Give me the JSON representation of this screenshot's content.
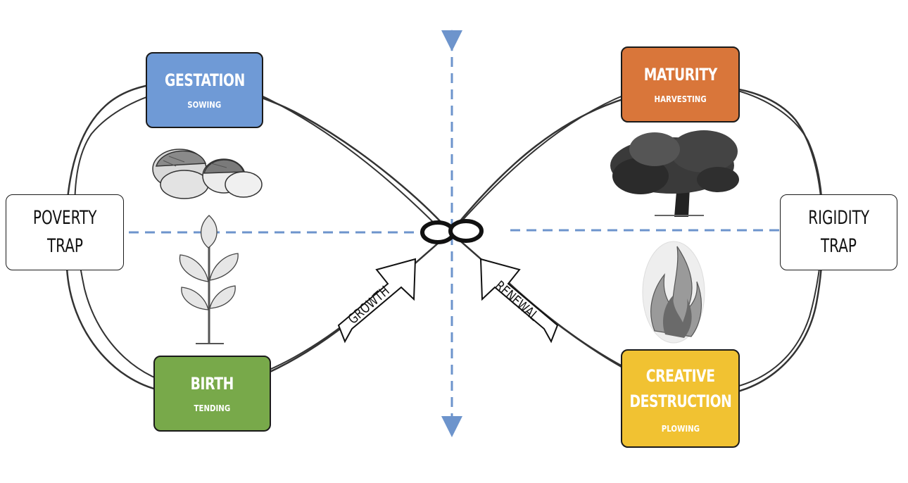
{
  "stages": {
    "gestation": {
      "title": "GESTATION",
      "subtitle": "SOWING",
      "color": "#6f9ad6"
    },
    "maturity": {
      "title": "MATURITY",
      "subtitle": "HARVESTING",
      "color": "#d9763a"
    },
    "birth": {
      "title": "BIRTH",
      "subtitle": "TENDING",
      "color": "#78a94a"
    },
    "creative_destruction": {
      "title_line1": "CREATIVE",
      "title_line2": "DESTRUCTION",
      "subtitle": "PLOWING",
      "color": "#f1c232"
    }
  },
  "traps": {
    "poverty": {
      "line1": "POVERTY",
      "line2": "TRAP"
    },
    "rigidity": {
      "line1": "RIGIDITY",
      "line2": "TRAP"
    }
  },
  "arrows": {
    "growth": "GROWTH",
    "renewal": "RENEWAL"
  },
  "illustrations": [
    "acorns-illustration",
    "oak-sapling-illustration",
    "oak-tree-illustration",
    "flame-illustration"
  ],
  "colors": {
    "axis_dashes": "#6d94cc",
    "loop_stroke": "#333333"
  }
}
